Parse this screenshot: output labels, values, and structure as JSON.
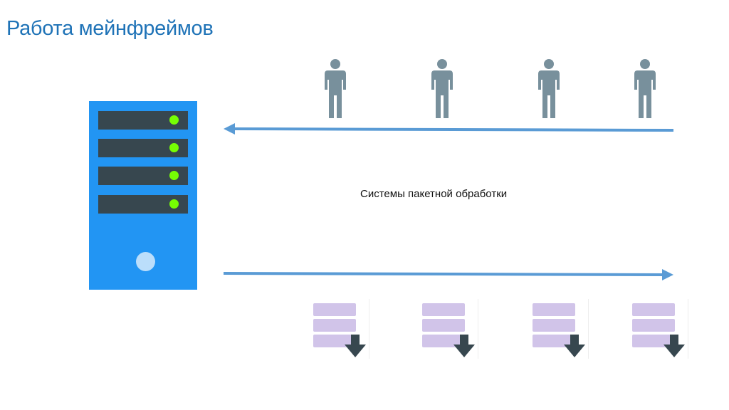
{
  "title": "Работа мейнфреймов",
  "batch_label": "Системы пакетной обработки",
  "icons": {
    "server": "server-icon",
    "user": "user-icon",
    "batch_job": "batch-job-icon",
    "download": "download-arrow-icon"
  },
  "colors": {
    "title": "#1f73b7",
    "server": "#2295f3",
    "server_slot": "#37474f",
    "server_led": "#76ff03",
    "server_power": "#bbdefb",
    "user": "#78909c",
    "arrow": "#5a9bd5",
    "job_bar": "#d1c4e9",
    "download_arrow": "#37474f"
  },
  "users_count": 4,
  "jobs_count": 4
}
